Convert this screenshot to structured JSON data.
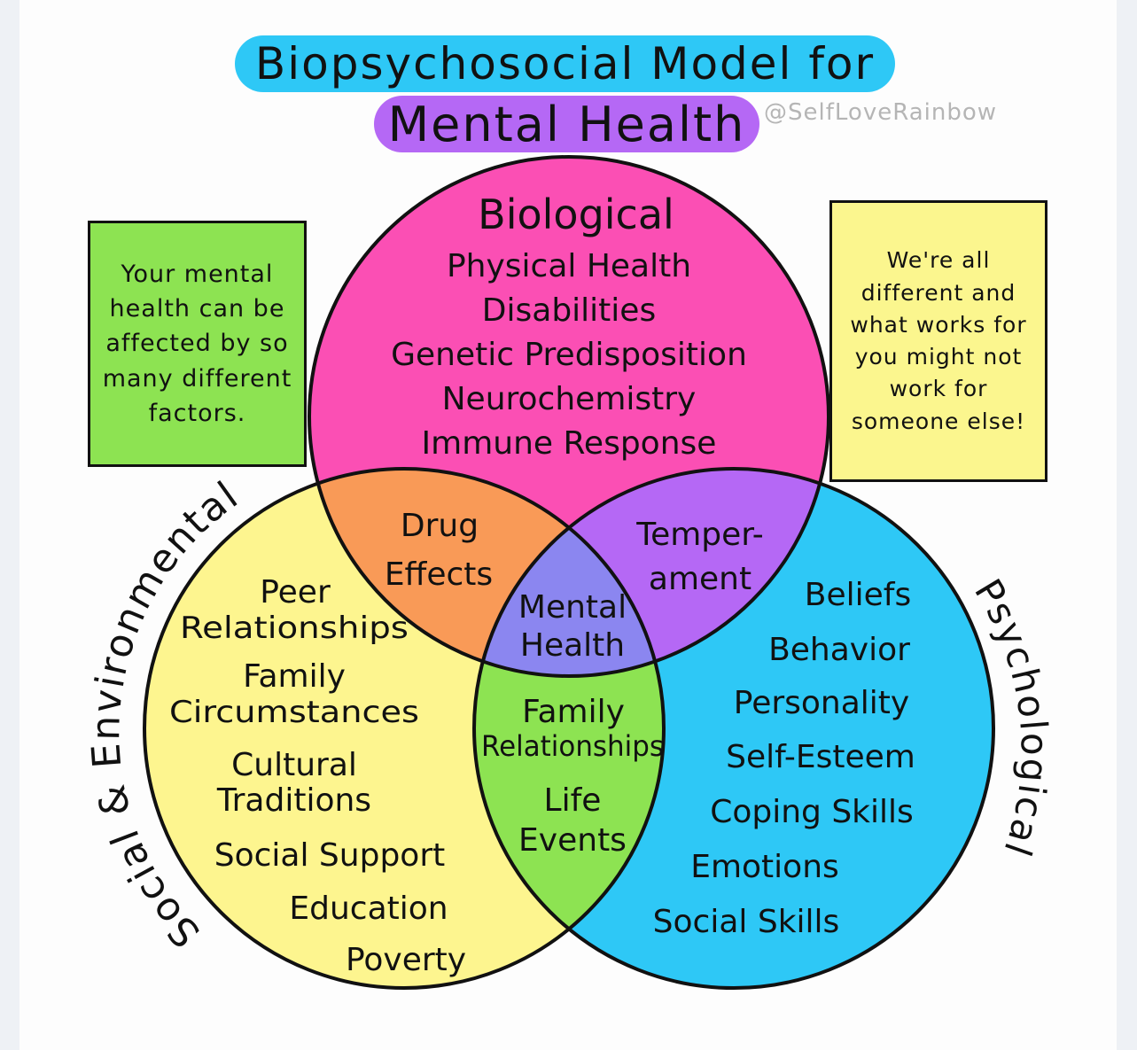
{
  "title": {
    "line1": "Biopsychosocial Model for",
    "line2": "Mental Health",
    "handle": "@SelfLoveRainbow"
  },
  "colors": {
    "biological": "#fb4fb4",
    "social": "#fdf58f",
    "psychological": "#2ec8f6",
    "drug_overlap": "#f99a57",
    "temperament_overlap": "#b568f5",
    "family_overlap": "#8de352",
    "center": "#8b86f0"
  },
  "notes": {
    "left": "Your mental health can be affected by so many different factors.",
    "right": "We're all different and what works for you might not work for someone else!"
  },
  "circles": {
    "biological": {
      "heading": "Biological",
      "items": [
        "Physical Health",
        "Disabilities",
        "Genetic Predisposition",
        "Neurochemistry",
        "Immune Response"
      ]
    },
    "social": {
      "heading": "Social & Environmental",
      "items": [
        "Peer",
        "Relationships",
        "Family",
        "Circumstances",
        "Cultural",
        "Traditions",
        "Social Support",
        "Education",
        "Poverty"
      ]
    },
    "psychological": {
      "heading": "Psychological",
      "items": [
        "Beliefs",
        "Behavior",
        "Personality",
        "Self-Esteem",
        "Coping Skills",
        "Emotions",
        "Social Skills"
      ]
    }
  },
  "overlaps": {
    "bio_social": [
      "Drug",
      "Effects"
    ],
    "bio_psych": [
      "Temper-",
      "ament"
    ],
    "social_psych": [
      "Family",
      "Relationships",
      "Life",
      "Events"
    ],
    "center": [
      "Mental",
      "Health"
    ]
  }
}
